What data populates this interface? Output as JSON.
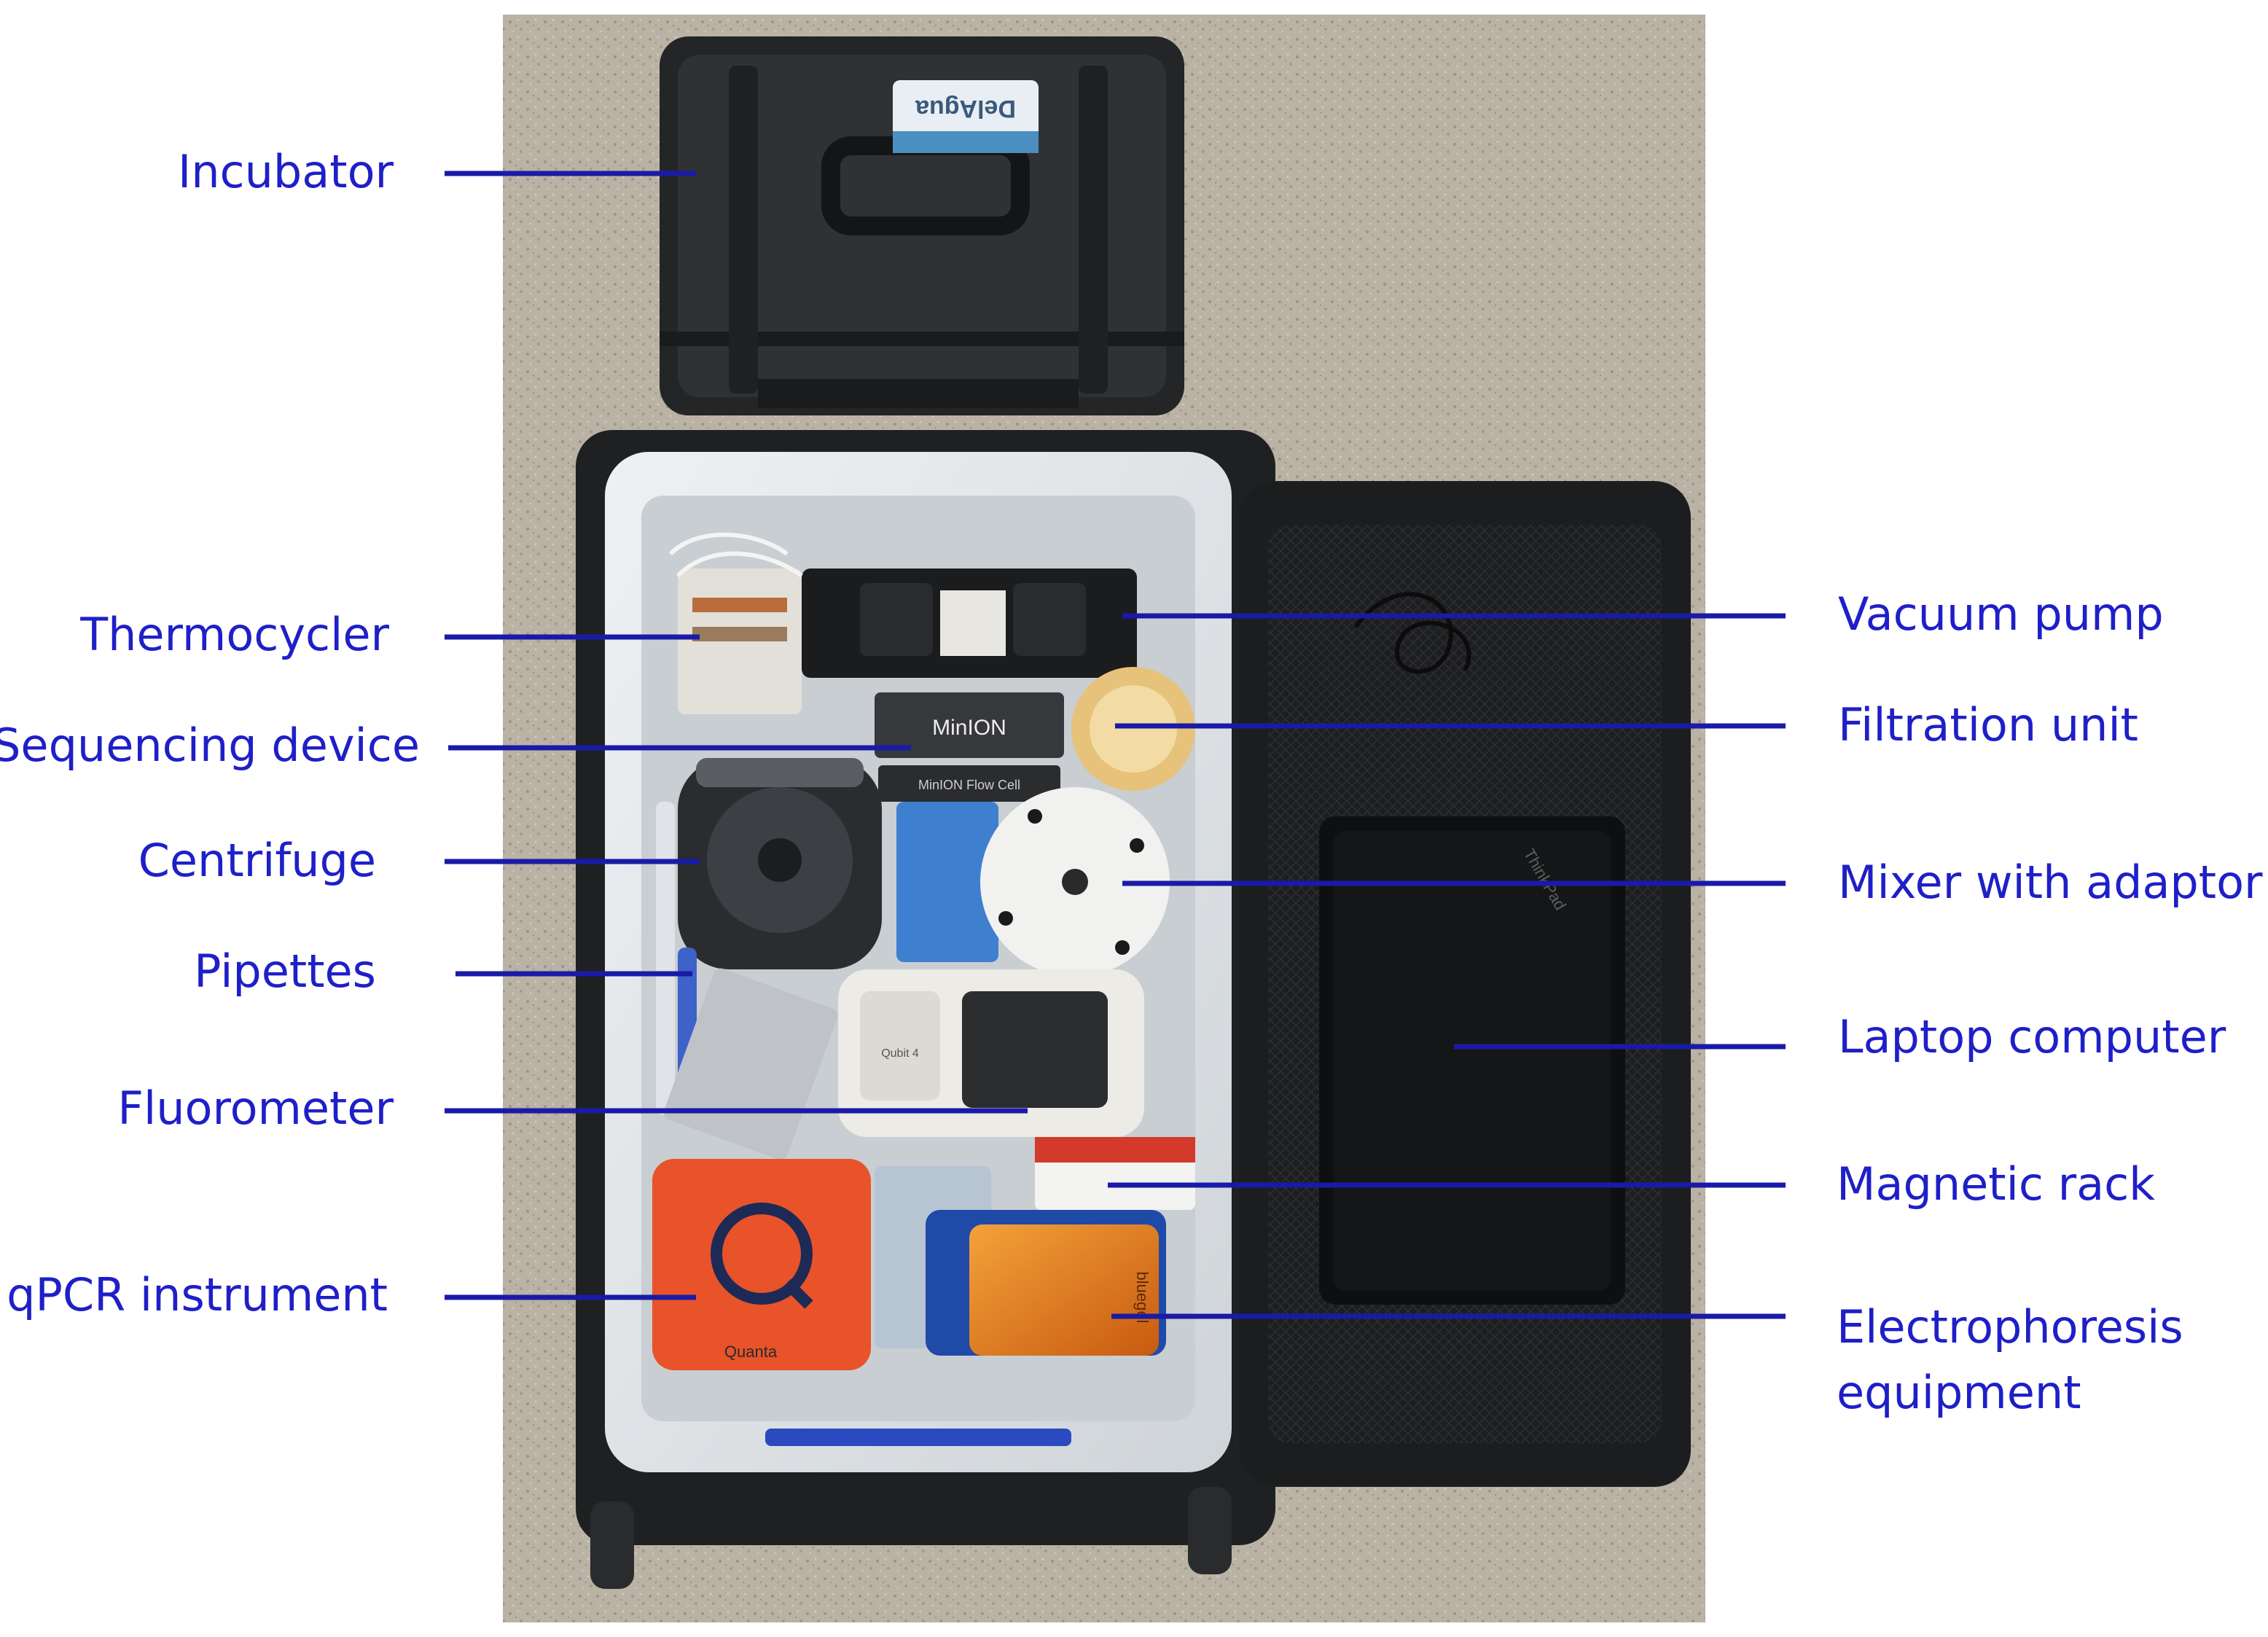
{
  "photo": {
    "case_sticker_text": "DelAgua",
    "sequencer_text": "MinION",
    "flowcell_text": "MinION Flow Cell",
    "qpcr_brand_text": "Quanta",
    "laptop_brand_text": "ThinkPad",
    "electrophoresis_brand_text": "bluegel",
    "fluorometer_brand_text": "Qubit 4"
  },
  "labels_left": {
    "incubator": "Incubator",
    "thermocycler": "Thermocycler",
    "sequencing_device": "Sequencing device",
    "centrifuge": "Centrifuge",
    "pipettes": "Pipettes",
    "fluorometer": "Fluorometer",
    "qpcr_instrument": "qPCR instrument"
  },
  "labels_right": {
    "vacuum_pump": "Vacuum pump",
    "filtration_unit": "Filtration unit",
    "mixer_with_adaptor": "Mixer with adaptor",
    "laptop_computer": "Laptop computer",
    "magnetic_rack": "Magnetic rack",
    "electrophoresis_line1": "Electrophoresis",
    "electrophoresis_line2": "equipment"
  },
  "colors": {
    "label": "#1f1fc8",
    "leader_line": "#1a1aa8",
    "floor": "#b9b1a3",
    "case_black": "#26282a",
    "bin_plastic": "#dfe3e6",
    "qpcr_orange": "#e8532a",
    "electrophoresis_amber": "#e47a1a"
  }
}
